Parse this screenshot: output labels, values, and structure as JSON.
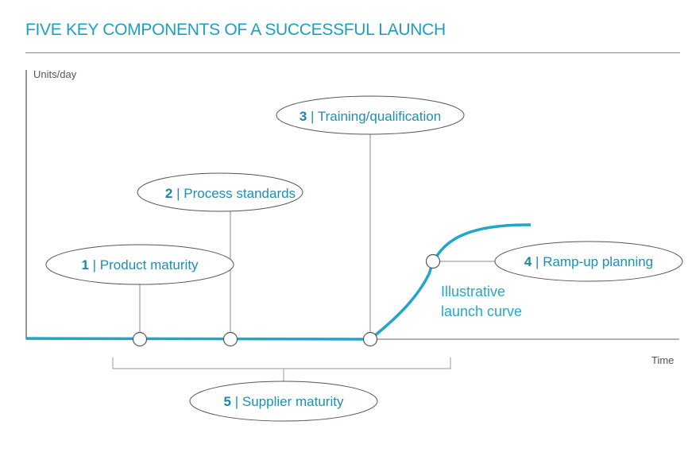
{
  "title": "FIVE KEY COMPONENTS OF A SUCCESSFUL LAUNCH",
  "axes": {
    "y_label": "Units/day",
    "x_label": "Time"
  },
  "components": [
    {
      "number": "1",
      "label": "Product maturity"
    },
    {
      "number": "2",
      "label": "Process standards"
    },
    {
      "number": "3",
      "label": "Training/qualification"
    },
    {
      "number": "4",
      "label": "Ramp-up planning"
    },
    {
      "number": "5",
      "label": "Supplier maturity"
    }
  ],
  "curve_label": [
    "Illustrative",
    "launch curve"
  ],
  "colors": {
    "accent": "#1fa6c8",
    "text_accent": "#1d8fb3",
    "line_gray": "#8a8a8a"
  }
}
